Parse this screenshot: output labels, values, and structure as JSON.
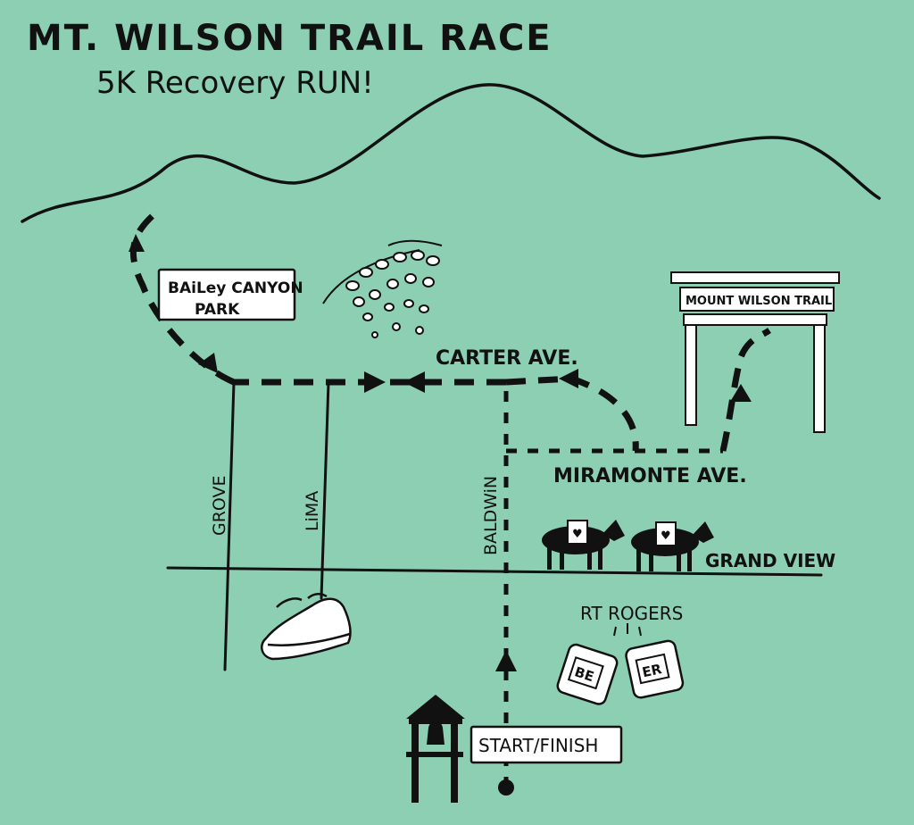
{
  "title": "MT. WILSON TRAIL RACE",
  "subtitle": "5K Recovery RUN!",
  "landmarks": {
    "bailey_canyon": [
      "BAiLey CANYON",
      "PARK"
    ],
    "mount_wilson_trail": "MOUNT WILSON TRAIL",
    "rt_rogers": "RT ROGERS",
    "start_finish": "START/FINISH",
    "beer_can_left": "BE",
    "beer_can_right": "ER"
  },
  "streets": {
    "carter": "CARTER AVE.",
    "miramonte": "MIRAMONTE AVE.",
    "grand_view": "GRAND VIEW",
    "grove": "GROVE",
    "lima": "LiMA",
    "baldwin": "BALDWiN"
  },
  "colors": {
    "background": "#8ccfb3",
    "ink": "#111111",
    "paper": "#ffffff"
  },
  "icons": {
    "mountain": "mountain-ridge-icon",
    "flowers": "hanging-flowers-icon",
    "shoe": "running-shoe-icon",
    "mules": "pack-mule-icon",
    "cans": "beer-can-icon",
    "bell": "bell-tower-icon",
    "gate": "trail-gate-icon"
  }
}
